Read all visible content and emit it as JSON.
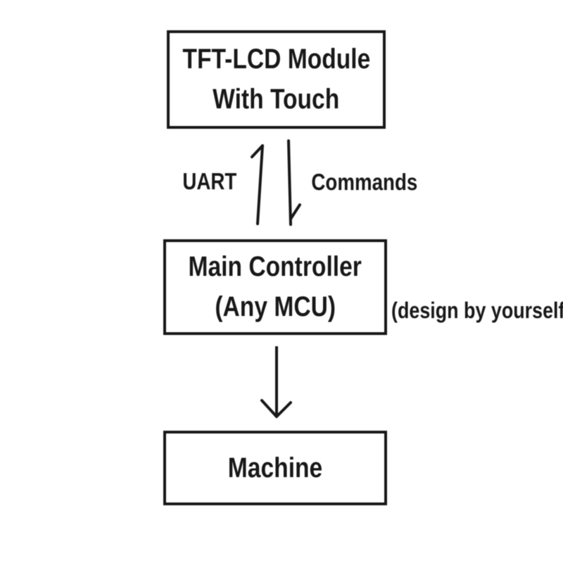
{
  "nodes": {
    "tft": {
      "line1": "TFT-LCD Module",
      "line2": "With Touch"
    },
    "mcu": {
      "line1": "Main Controller",
      "line2": "(Any MCU)"
    },
    "machine": {
      "label": "Machine"
    }
  },
  "edges": {
    "uart_label": "UART",
    "commands_label": "Commands",
    "design_note": "(design by yourself)"
  },
  "colors": {
    "ink": "#1b1b1b",
    "background": "#ffffff"
  }
}
